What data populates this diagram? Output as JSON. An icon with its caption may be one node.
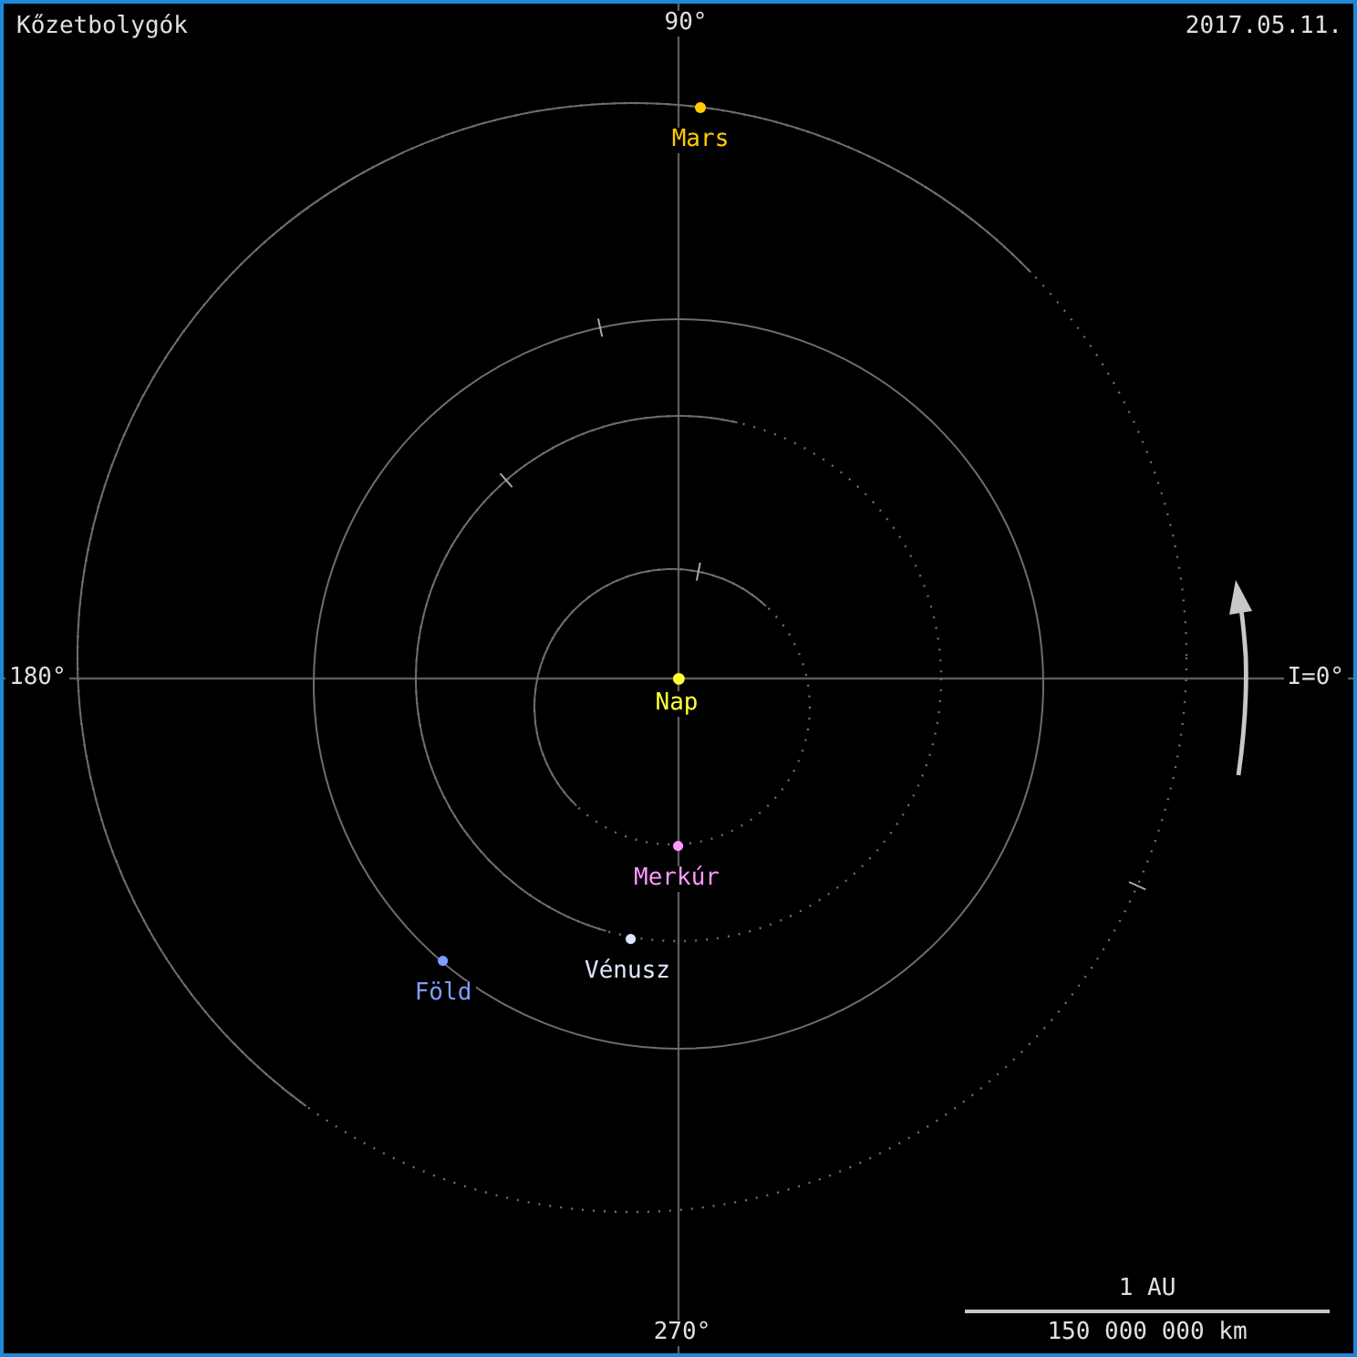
{
  "diagram": {
    "title": "Kőzetbolygók",
    "labels": [
      "90°",
      "2017.05.11.",
      "Mars",
      "180°",
      "I=0°",
      "Nap",
      "Merkúr",
      "Vénusz",
      "Föld",
      "270°",
      "1 AU",
      "150 000 000 km"
    ]
  }
}
